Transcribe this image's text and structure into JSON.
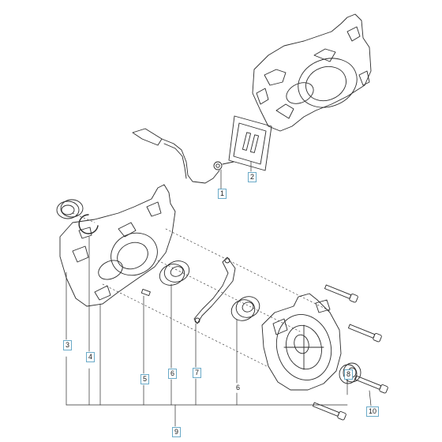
{
  "callouts": [
    {
      "id": "c1",
      "label": "1",
      "boxed": true
    },
    {
      "id": "c2",
      "label": "2",
      "boxed": true
    },
    {
      "id": "c3",
      "label": "3",
      "boxed": true
    },
    {
      "id": "c4",
      "label": "4",
      "boxed": true
    },
    {
      "id": "c5",
      "label": "5",
      "boxed": true
    },
    {
      "id": "c6a",
      "label": "6",
      "boxed": true
    },
    {
      "id": "c6b",
      "label": "6",
      "boxed": false
    },
    {
      "id": "c7",
      "label": "7",
      "boxed": true
    },
    {
      "id": "c8",
      "label": "8",
      "boxed": true
    },
    {
      "id": "c9",
      "label": "9",
      "boxed": true
    },
    {
      "id": "c10",
      "label": "10",
      "boxed": true
    }
  ],
  "colors": {
    "line": "#2b2b2b",
    "callout_border": "#6aaac8",
    "background": "#ffffff"
  }
}
